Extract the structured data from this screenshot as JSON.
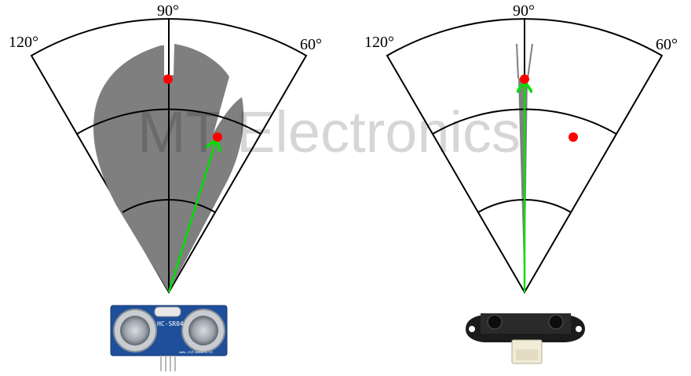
{
  "watermark": "MT Electronics",
  "panels": [
    {
      "id": "ultrasonic",
      "angle_labels": {
        "left": "120°",
        "top": "90°",
        "right": "60°"
      },
      "sensor": {
        "name": "ultrasonic-sensor",
        "chip_text": "HC-SR04",
        "url_text": "www.cntlmeers.cc"
      }
    },
    {
      "id": "infrared",
      "angle_labels": {
        "left": "120°",
        "top": "90°",
        "right": "60°"
      },
      "sensor": {
        "name": "ir-distance-sensor"
      }
    }
  ],
  "colors": {
    "beam": "#7f7f7f",
    "target": "#ff0000",
    "arrow": "#00e000",
    "outline": "#000000",
    "board": "#1f4f9a"
  }
}
